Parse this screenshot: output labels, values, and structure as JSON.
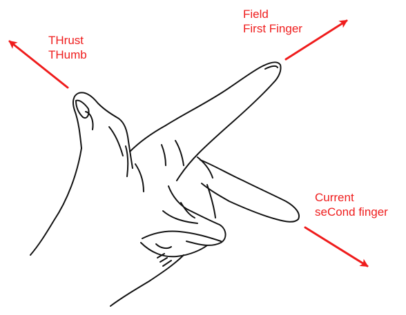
{
  "colors": {
    "label": "#ef1c1c",
    "arrow": "#ef1c1c",
    "sketch": "#111111",
    "background": "#ffffff"
  },
  "labels": {
    "thrust": {
      "line1": "THrust",
      "line2": "THumb"
    },
    "field": {
      "line1": "Field",
      "line2": "First Finger"
    },
    "current": {
      "line1": "Current",
      "line2": "seCond finger"
    }
  }
}
